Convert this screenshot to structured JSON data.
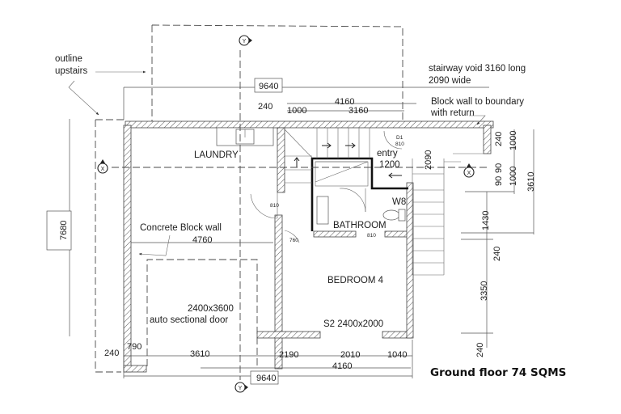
{
  "plan": {
    "title": "Ground floor 74 SQMS",
    "notes": {
      "outline_line1": "outline",
      "outline_line2": "upstairs",
      "stair_void_line1": "stairway void 3160 long",
      "stair_void_line2": "2090 wide",
      "block_wall_line1": "Block wall to boundary",
      "block_wall_line2": "with return",
      "concrete_wall": "Concrete Block wall",
      "garage_door_line1": "2400x3600",
      "garage_door_line2": "auto sectional door"
    },
    "rooms": {
      "laundry": "LAUNDRY",
      "bathroom": "BATHROOM",
      "bedroom": "BEDROOM 4",
      "entry_label": "entry",
      "entry_width": "1200",
      "window_w8": "W8",
      "window_s2": "S2 2400x2000"
    },
    "doors": {
      "d1_line1": "D1",
      "d1_line2": "810",
      "laundry_door": "810",
      "bedroom_door": "760",
      "bathroom_door": "810"
    },
    "dimensions": {
      "top_overall": "9640",
      "top_240": "240",
      "top_1000": "1000",
      "top_4160": "4160",
      "top_3160": "3160",
      "left_overall": "7680",
      "inner_4760": "4760",
      "stair_2090": "2090",
      "right_240a": "240",
      "right_1000a": "1000",
      "right_90a": "90",
      "right_90b": "90",
      "right_1000b": "1000",
      "right_3610": "3610",
      "right_1430": "1430",
      "right_240b": "240",
      "right_3350": "3350",
      "right_240c": "240",
      "bottom_240": "240",
      "bottom_790": "790",
      "bottom_3610": "3610",
      "bottom_2190": "2190",
      "bottom_2010": "2010",
      "bottom_1040": "1040",
      "bottom_4160": "4160",
      "bottom_overall": "9640"
    },
    "section_markers": {
      "top": "Y",
      "bottom": "Y",
      "left": "X",
      "right": "X"
    }
  }
}
